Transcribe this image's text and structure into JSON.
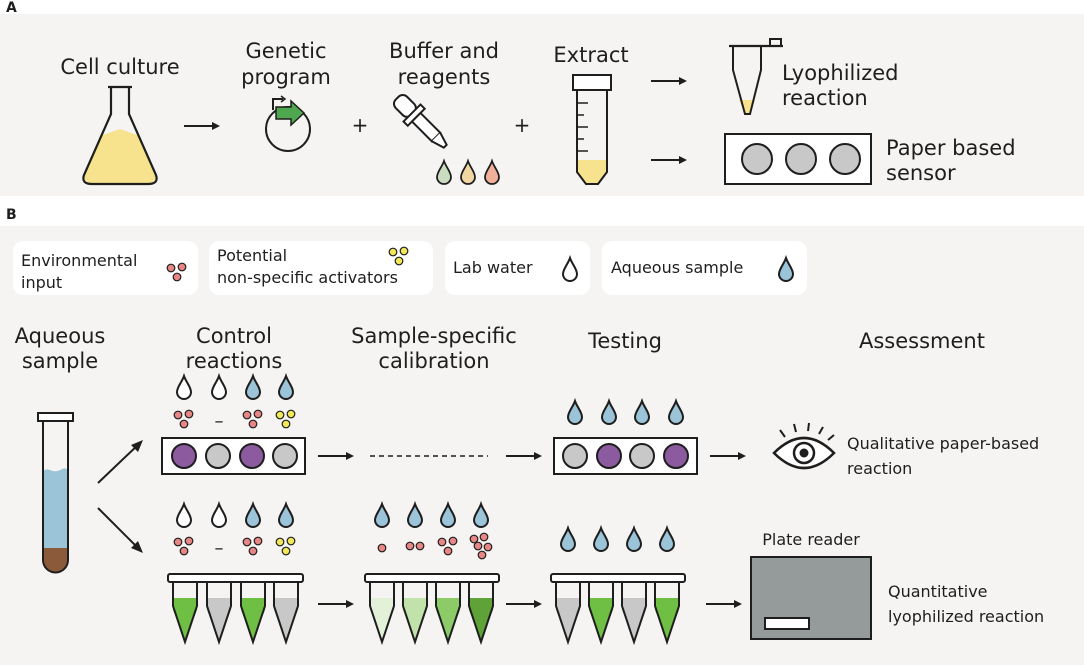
{
  "panel_a": {
    "letter": "A",
    "cell_culture": "Cell culture",
    "genetic_program": [
      "Genetic",
      "program"
    ],
    "buffer_reagents": [
      "Buffer and",
      "reagents"
    ],
    "extract": "Extract",
    "lyophilized": [
      "Lyophilized",
      "reaction"
    ],
    "paper_sensor": [
      "Paper based",
      "sensor"
    ],
    "plus": "+"
  },
  "panel_b": {
    "letter": "B",
    "legend": {
      "env": [
        "Environmental",
        "input"
      ],
      "nonspec": [
        "Potential",
        "non-specific activators"
      ],
      "lab_water": "Lab water",
      "aqueous": "Aqueous sample"
    },
    "headers": {
      "aqueous": [
        "Aqueous",
        "sample"
      ],
      "control": [
        "Control",
        "reactions"
      ],
      "calibration": [
        "Sample-specific",
        "calibration"
      ],
      "testing": "Testing",
      "assessment": "Assessment"
    },
    "minus": "–",
    "qualitative": [
      "Qualitative paper-based",
      "reaction"
    ],
    "plate_reader": "Plate reader",
    "quantitative": [
      "Quantitative",
      "lyophilized reaction"
    ]
  },
  "colors": {
    "panel_bg": "#f6f4f2",
    "culture_yellow": "#f7e38e",
    "plasmid_green": "#4fa84f",
    "dot_red": "#e88585",
    "dot_yellow": "#f2e85a",
    "water_blue": "#9bc4d8",
    "sediment_brown": "#8a5a3a",
    "well_purple": "#8c5a9e",
    "well_gray": "#c8c8c8",
    "tube_green": "#6fbf45",
    "reader_gray": "#949b9a"
  }
}
